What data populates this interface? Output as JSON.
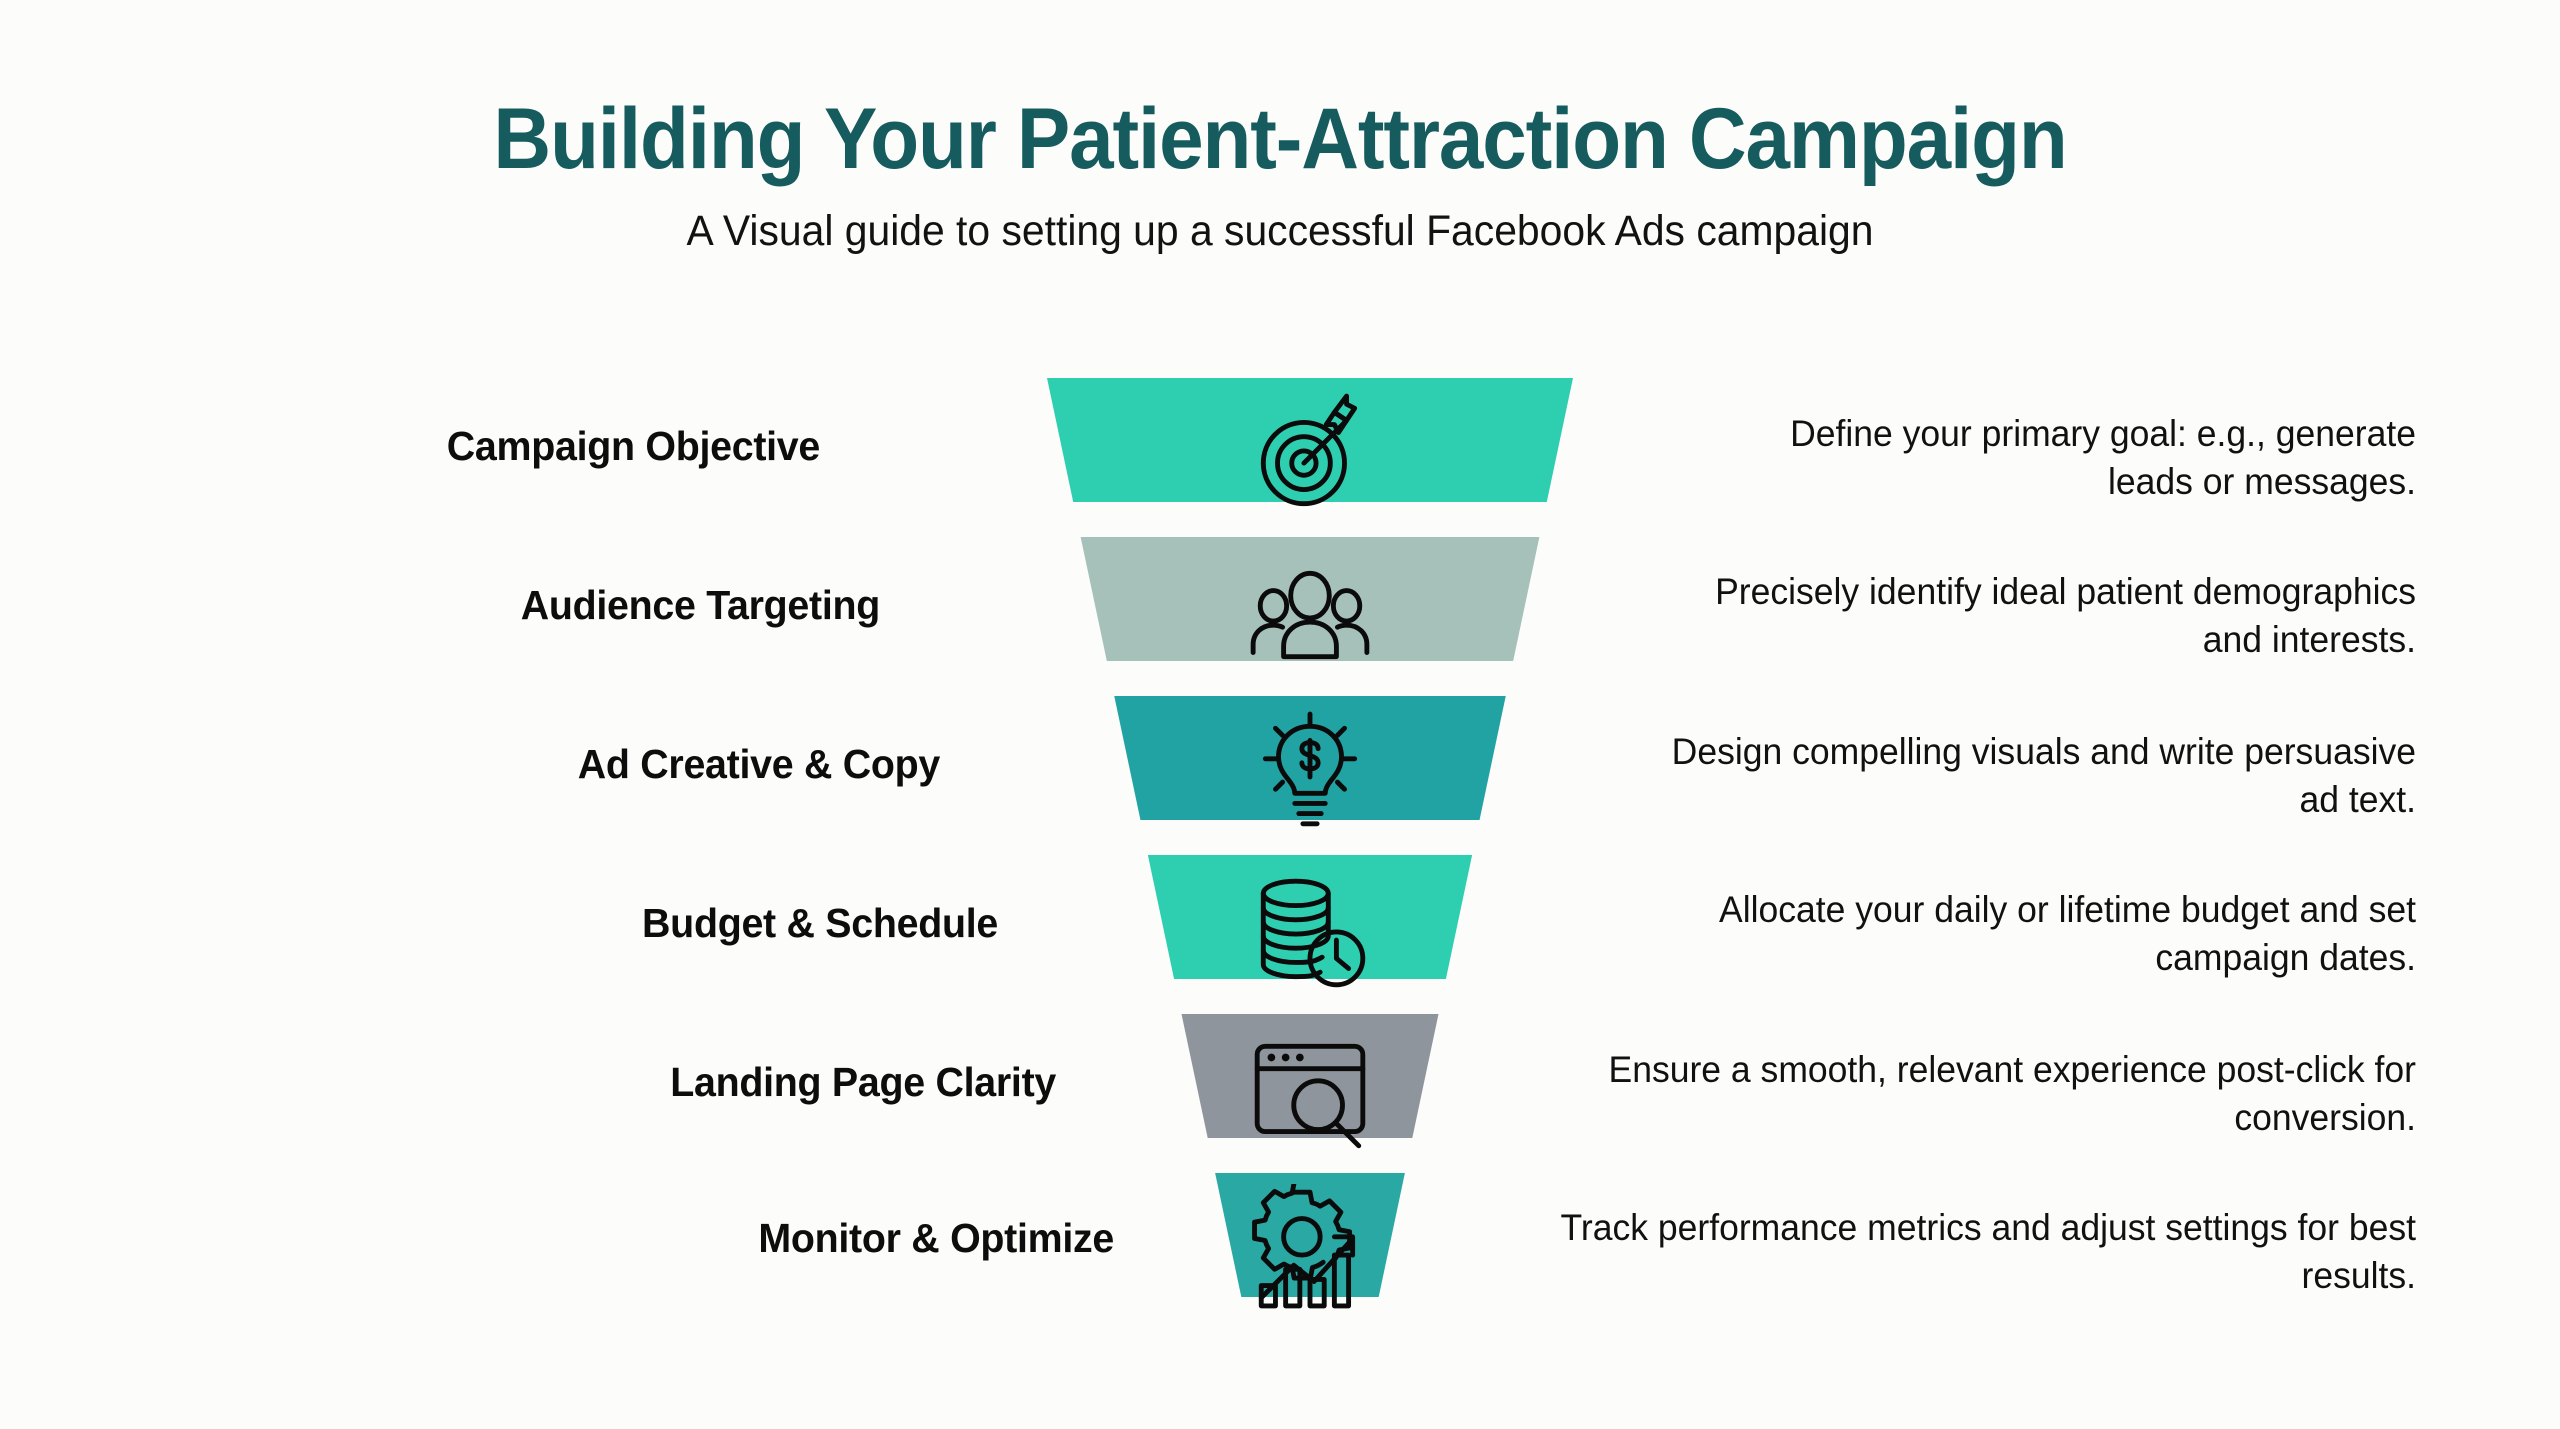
{
  "header": {
    "title": "Building Your Patient-Attraction Campaign",
    "subtitle": "A Visual guide to setting up a successful Facebook Ads campaign",
    "title_color": "#165c5e",
    "subtitle_color": "#121212"
  },
  "canvas": {
    "background": "#fcfcfa",
    "connector_color": "#f8d2b4"
  },
  "funnel": {
    "stages": [
      {
        "label": "Campaign Objective",
        "description": "Define your primary goal: e.g., generate leads or messages.",
        "color": "#2ecfb0",
        "icon": "target-icon"
      },
      {
        "label": "Audience Targeting",
        "description": "Precisely identify ideal patient demographics and interests.",
        "color": "#a6c1b9",
        "icon": "people-group-icon"
      },
      {
        "label": "Ad Creative & Copy",
        "description": "Design compelling visuals and write persuasive ad text.",
        "color": "#22a3a3",
        "icon": "lightbulb-dollar-icon"
      },
      {
        "label": "Budget & Schedule",
        "description": "Allocate your daily or lifetime budget and set campaign dates.",
        "color": "#2ecfb0",
        "icon": "coins-clock-icon"
      },
      {
        "label": "Landing Page Clarity",
        "description": "Ensure a smooth, relevant experience post-click for conversion.",
        "color": "#8f959c",
        "icon": "browser-search-icon"
      },
      {
        "label": "Monitor & Optimize",
        "description": "Track performance metrics and adjust settings for best results.",
        "color": "#2aa9a4",
        "icon": "gear-chart-icon"
      }
    ]
  }
}
